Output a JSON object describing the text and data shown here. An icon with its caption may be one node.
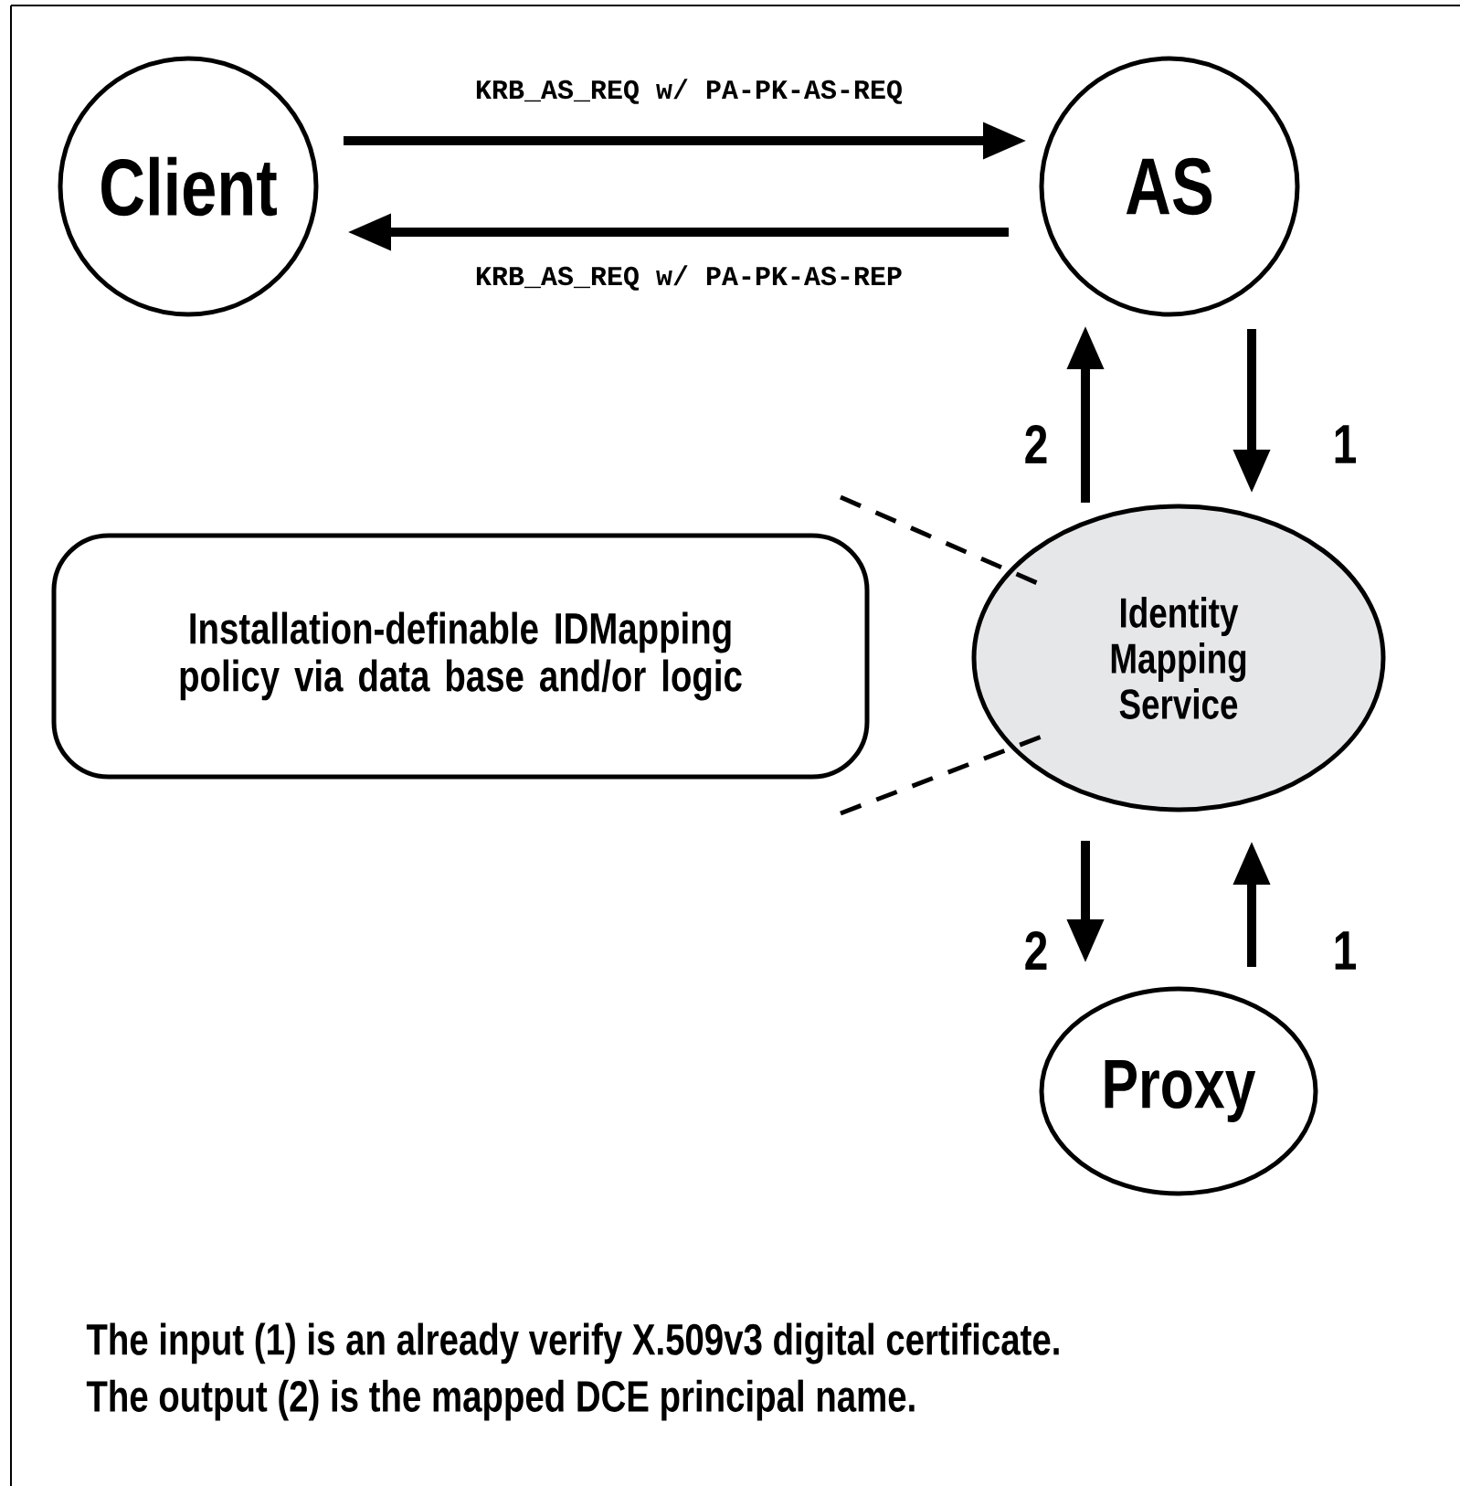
{
  "diagram": {
    "nodes": [
      {
        "text": [
          "Client"
        ]
      },
      {
        "text": [
          "AS"
        ]
      },
      {
        "text": [
          "Installation-definable IDMapping policy via data base and/or logic"
        ]
      },
      {
        "text": [
          "Identity Mapping Service"
        ]
      },
      {
        "text": [
          "Proxy"
        ]
      }
    ],
    "edges": [
      {
        "from": 0,
        "to": 1,
        "arrow": "to",
        "label": "KRB_AS_REQ w/ PA-PK-AS-REQ"
      },
      {
        "from": 1,
        "to": 0,
        "arrow": "to",
        "label": "KRB_AS_REQ w/ PA-PK-AS-REP"
      },
      {
        "from": 1,
        "to": 3,
        "arrow": "to",
        "label": "1"
      },
      {
        "from": 3,
        "to": 1,
        "arrow": "to",
        "label": "2"
      },
      {
        "from": 3,
        "to": 4,
        "arrow": "to",
        "label": "2"
      },
      {
        "from": 4,
        "to": 3,
        "arrow": "to",
        "label": "1"
      },
      {
        "from": 2,
        "to": 3,
        "arrow": "none",
        "style": "dashed"
      },
      {
        "from": 2,
        "to": 3,
        "arrow": "none",
        "style": "dashed"
      }
    ],
    "labels": [
      "The input (1) is an already verify X.509v3 digital certificate.",
      "The output (2) is the mapped DCE principal name."
    ]
  }
}
